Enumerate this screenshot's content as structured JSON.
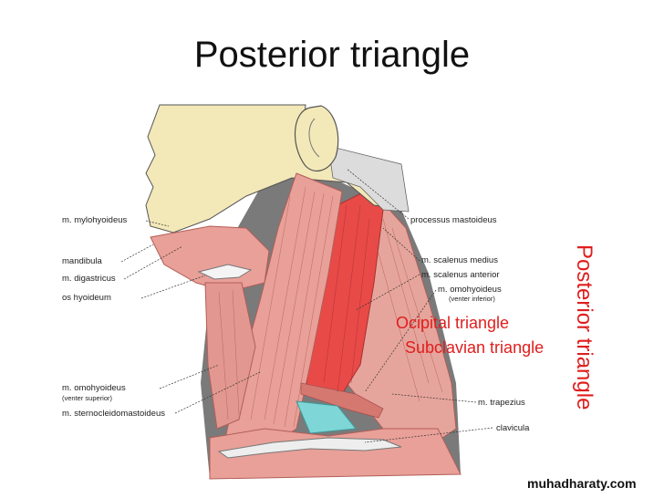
{
  "title": "Posterior triangle",
  "vertical_label": "Posterior triangle",
  "watermark": "muhadharaty.com",
  "labels": {
    "mylohyoideus": "m. mylohyoideus",
    "mandibula": "mandibula",
    "digastricus": "m. digastricus",
    "hyoideum": "os hyoideum",
    "omohyoideus_sup": "m. omohyoideus",
    "omohyoideus_sup_sub": "(venter superior)",
    "sternocleidomastoideus": "m. sternocleidomastoideus",
    "processus_mastoideus": "processus mastoideus",
    "scalenus_medius": "m. scalenus medius",
    "scalenus_anterior": "m. scalenus anterior",
    "omohyoideus_inf": "m. omohyoideus",
    "omohyoideus_inf_sub": "(venter inferior)",
    "trapezius": "m. trapezius",
    "clavicula": "clavicula"
  },
  "regions": {
    "occipital": "Ocipital triangle",
    "subclavian": "Subclavian triangle"
  },
  "colors": {
    "muscle": "#e8a098",
    "muscle_dark": "#c86e66",
    "scalene_red": "#e84a48",
    "skin_bone": "#f3e8b8",
    "bone_gray": "#dcdcdc",
    "teal": "#7fd6d6",
    "accent_red": "#e01e1e"
  }
}
